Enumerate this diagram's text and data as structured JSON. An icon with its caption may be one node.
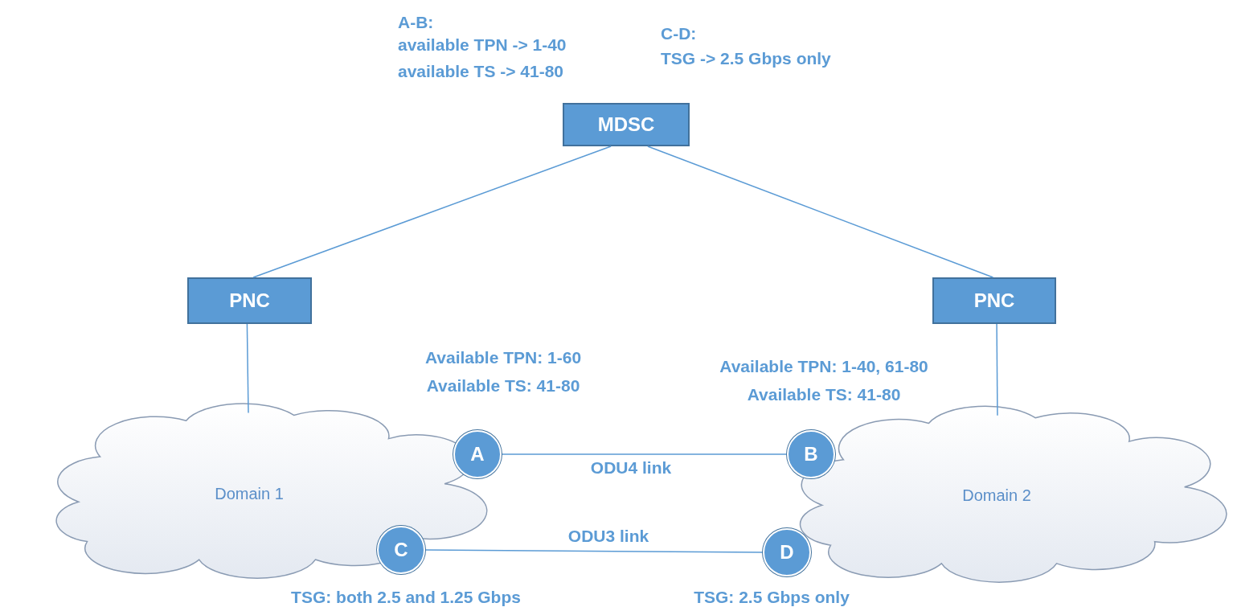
{
  "diagram": {
    "nodes": [
      {
        "text": [
          "MDSC"
        ]
      },
      {
        "text": [
          "PNC"
        ]
      },
      {
        "text": [
          "PNC"
        ]
      },
      {
        "text": [
          "Domain 1"
        ]
      },
      {
        "text": [
          "Domain 2"
        ]
      },
      {
        "text": [
          "A"
        ],
        "in": 3,
        "beside": [
          "Available TPN: 1-60",
          "Available TS: 41-80"
        ]
      },
      {
        "text": [
          "B"
        ],
        "in": 4,
        "beside": [
          "Available TPN: 1-40, 61-80",
          "Available TS: 41-80"
        ]
      },
      {
        "text": [
          "C"
        ],
        "in": 3,
        "beside": [
          "TSG: both 2.5 and 1.25 Gbps"
        ]
      },
      {
        "text": [
          "D"
        ],
        "beside": [
          "TSG: 2.5 Gbps only"
        ]
      }
    ],
    "edges": [
      {
        "from": 0,
        "to": 1,
        "arrow": "none"
      },
      {
        "from": 0,
        "to": 2,
        "arrow": "none"
      },
      {
        "from": 1,
        "to": 3,
        "arrow": "none"
      },
      {
        "from": 2,
        "to": 4,
        "arrow": "none"
      },
      {
        "from": 5,
        "to": 6,
        "arrow": "none",
        "label": "ODU4 link"
      },
      {
        "from": 7,
        "to": 8,
        "arrow": "none",
        "label": "ODU3 link"
      }
    ],
    "labels": [
      "A-B:",
      "available TPN -> 1-40",
      "available TS -> 41-80",
      "C-D:",
      "TSG -> 2.5 Gbps only"
    ]
  }
}
